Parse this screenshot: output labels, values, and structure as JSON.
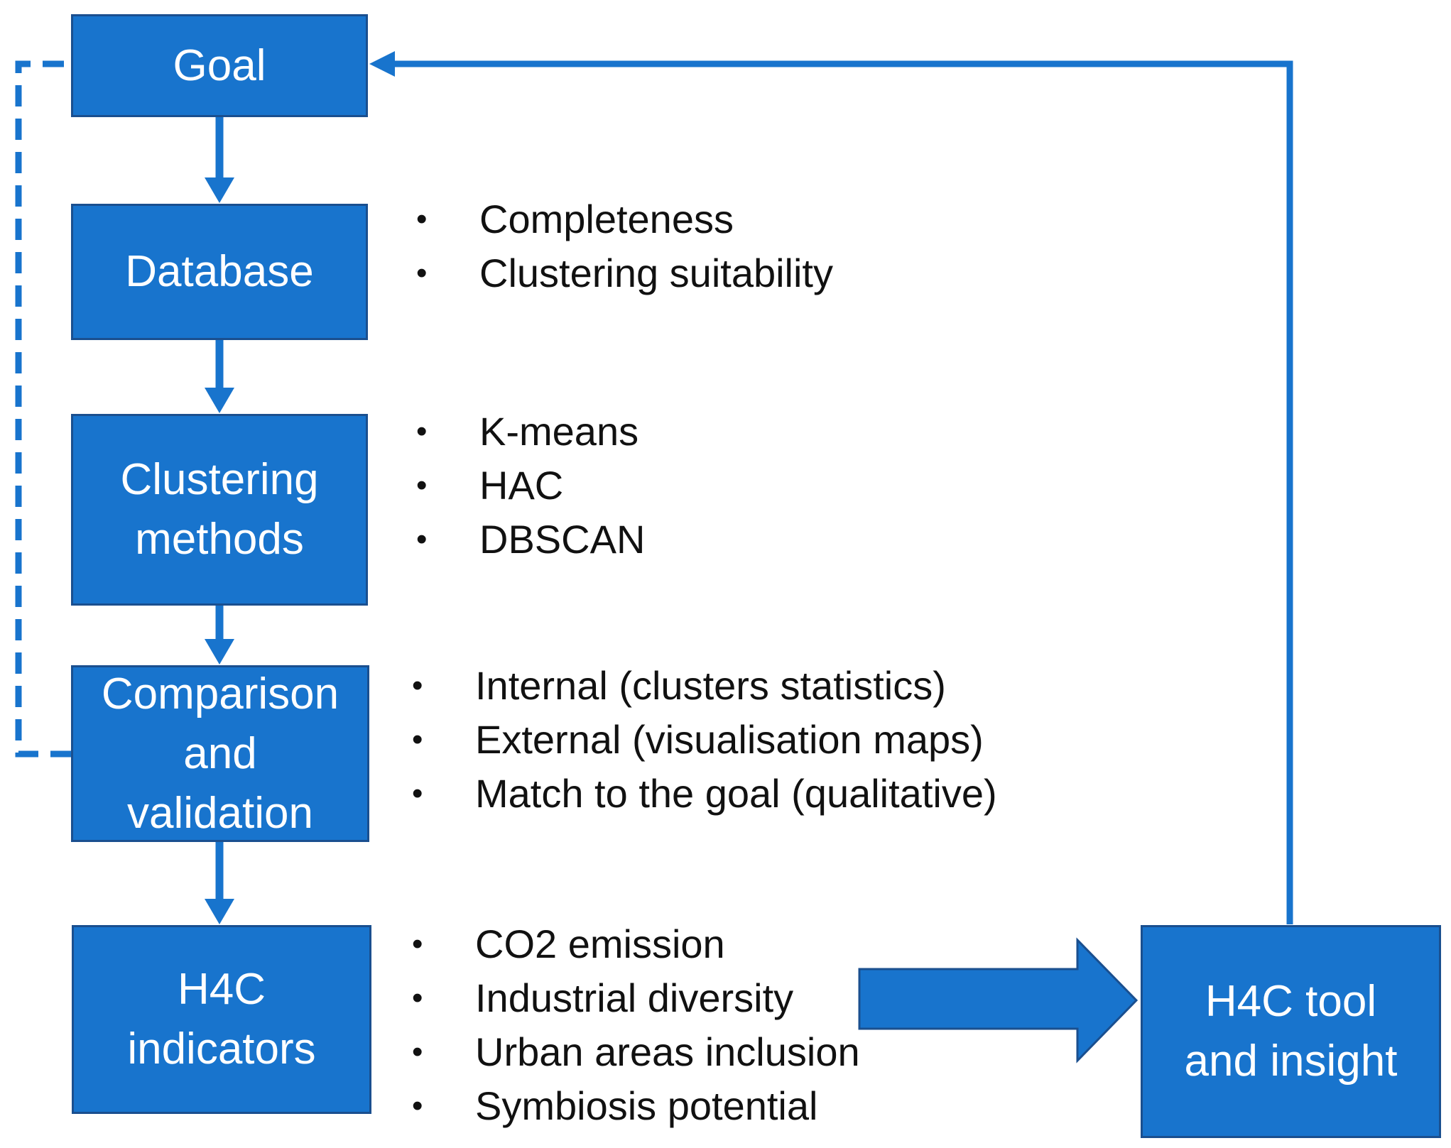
{
  "colors": {
    "box_fill": "#1874cd",
    "box_border": "#1a4f8f",
    "arrow": "#1874cd",
    "box_text": "#ffffff",
    "bullet_text": "#111111"
  },
  "boxes": {
    "goal": "Goal",
    "database": "Database",
    "clustering": [
      "Clustering",
      "methods"
    ],
    "comparison": [
      "Comparison",
      "and",
      "validation"
    ],
    "indicators": [
      "H4C",
      "indicators"
    ],
    "tool": [
      "H4C tool",
      "and insight"
    ]
  },
  "bullet_glyph": "•",
  "bullets": {
    "database": [
      "Completeness",
      "Clustering suitability"
    ],
    "clustering": [
      "K-means",
      "HAC",
      "DBSCAN"
    ],
    "comparison": [
      "Internal (clusters statistics)",
      "External (visualisation maps)",
      "Match to the goal (qualitative)"
    ],
    "indicators": [
      "CO2 emission",
      "Industrial diversity",
      "Urban areas inclusion",
      "Symbiosis potential"
    ]
  }
}
